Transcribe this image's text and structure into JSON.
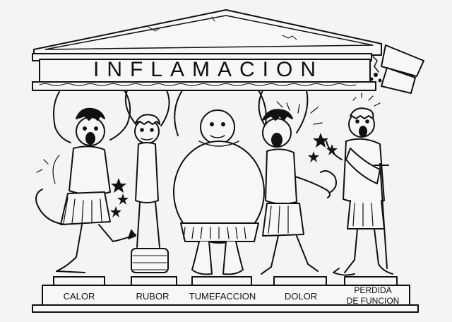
{
  "title": "INFLAMACION",
  "labels": {
    "calor": "CALOR",
    "rubor": "RUBOR",
    "tumefaccion": "TUMEFACCION",
    "dolor": "DOLOR",
    "perdida_line1": "PERDIDA",
    "perdida_line2": "DE FUNCION"
  }
}
